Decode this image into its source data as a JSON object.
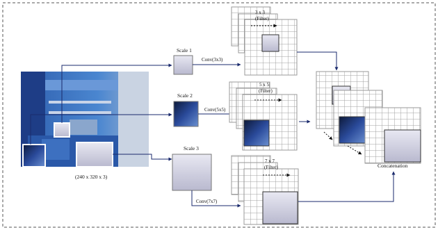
{
  "input": {
    "size_label": "(240 x 320 x 3)"
  },
  "scales": [
    {
      "label": "Scale 1",
      "conv": "Conv(3x3)",
      "filter": "3 x 3",
      "filter_tag": "(Filter)"
    },
    {
      "label": "Scale 2",
      "conv": "Conv(5x5)",
      "filter": "5 x 5",
      "filter_tag": "(Filter)"
    },
    {
      "label": "Scale 3",
      "conv": "Conv(7x7)",
      "filter": "7 x 7",
      "filter_tag": "(Filter)"
    }
  ],
  "output": {
    "label": "Concatenation"
  },
  "colors": {
    "arrow": "#1a2a6c",
    "grid": "#9a9a9a",
    "border_dash": "#555555",
    "room_blue": "#3f78c4",
    "room_dark": "#1e3d86",
    "patch_light": "#d6d6e4"
  }
}
